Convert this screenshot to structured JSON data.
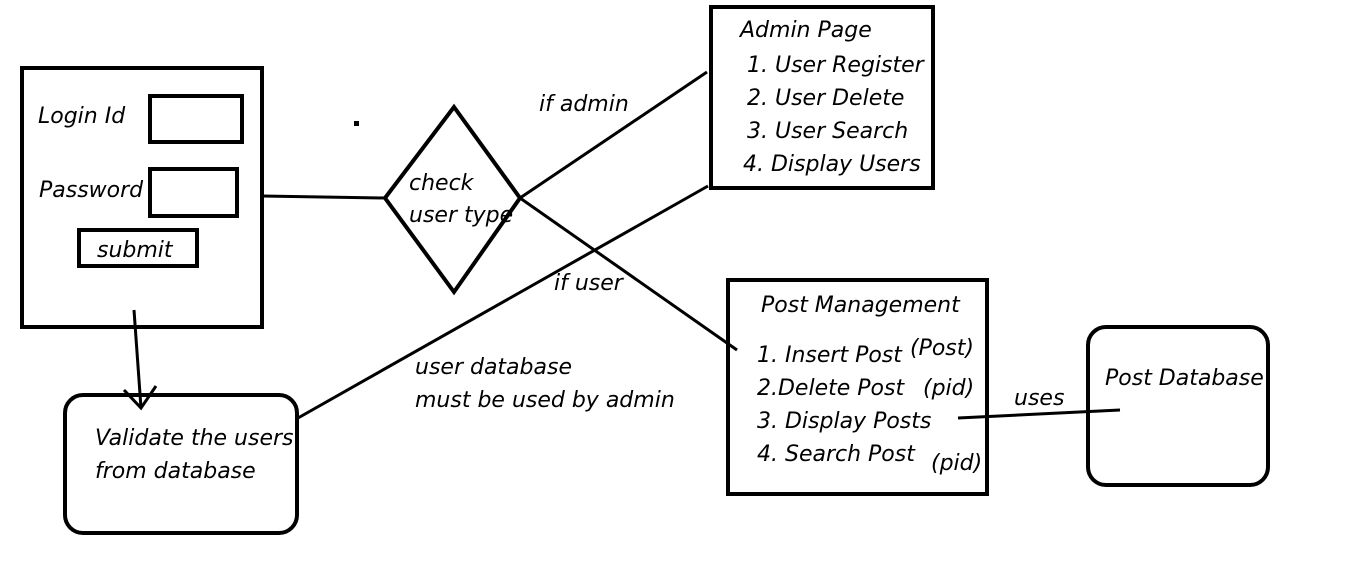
{
  "login_form": {
    "login_id_label": "Login Id",
    "password_label": "Password",
    "submit_label": "submit"
  },
  "decision": {
    "line1": "check",
    "line2": "user type"
  },
  "edges": {
    "if_admin": "if admin",
    "if_user": "if user",
    "uses": "uses"
  },
  "note": {
    "line1": "user database",
    "line2": "must be used by admin"
  },
  "validate": {
    "line1": "Validate the users",
    "line2": "from database"
  },
  "admin_page": {
    "title": "Admin Page",
    "items": [
      "1. User Register",
      "2. User Delete",
      "3. User Search",
      "4. Display Users"
    ]
  },
  "post_management": {
    "title": "Post Management",
    "items": [
      "1. Insert Post",
      "2.Delete Post",
      "3. Display Posts",
      "4. Search Post"
    ],
    "params": [
      "(Post)",
      "(pid)",
      "(pid)"
    ]
  },
  "post_database": {
    "label": "Post Database"
  }
}
